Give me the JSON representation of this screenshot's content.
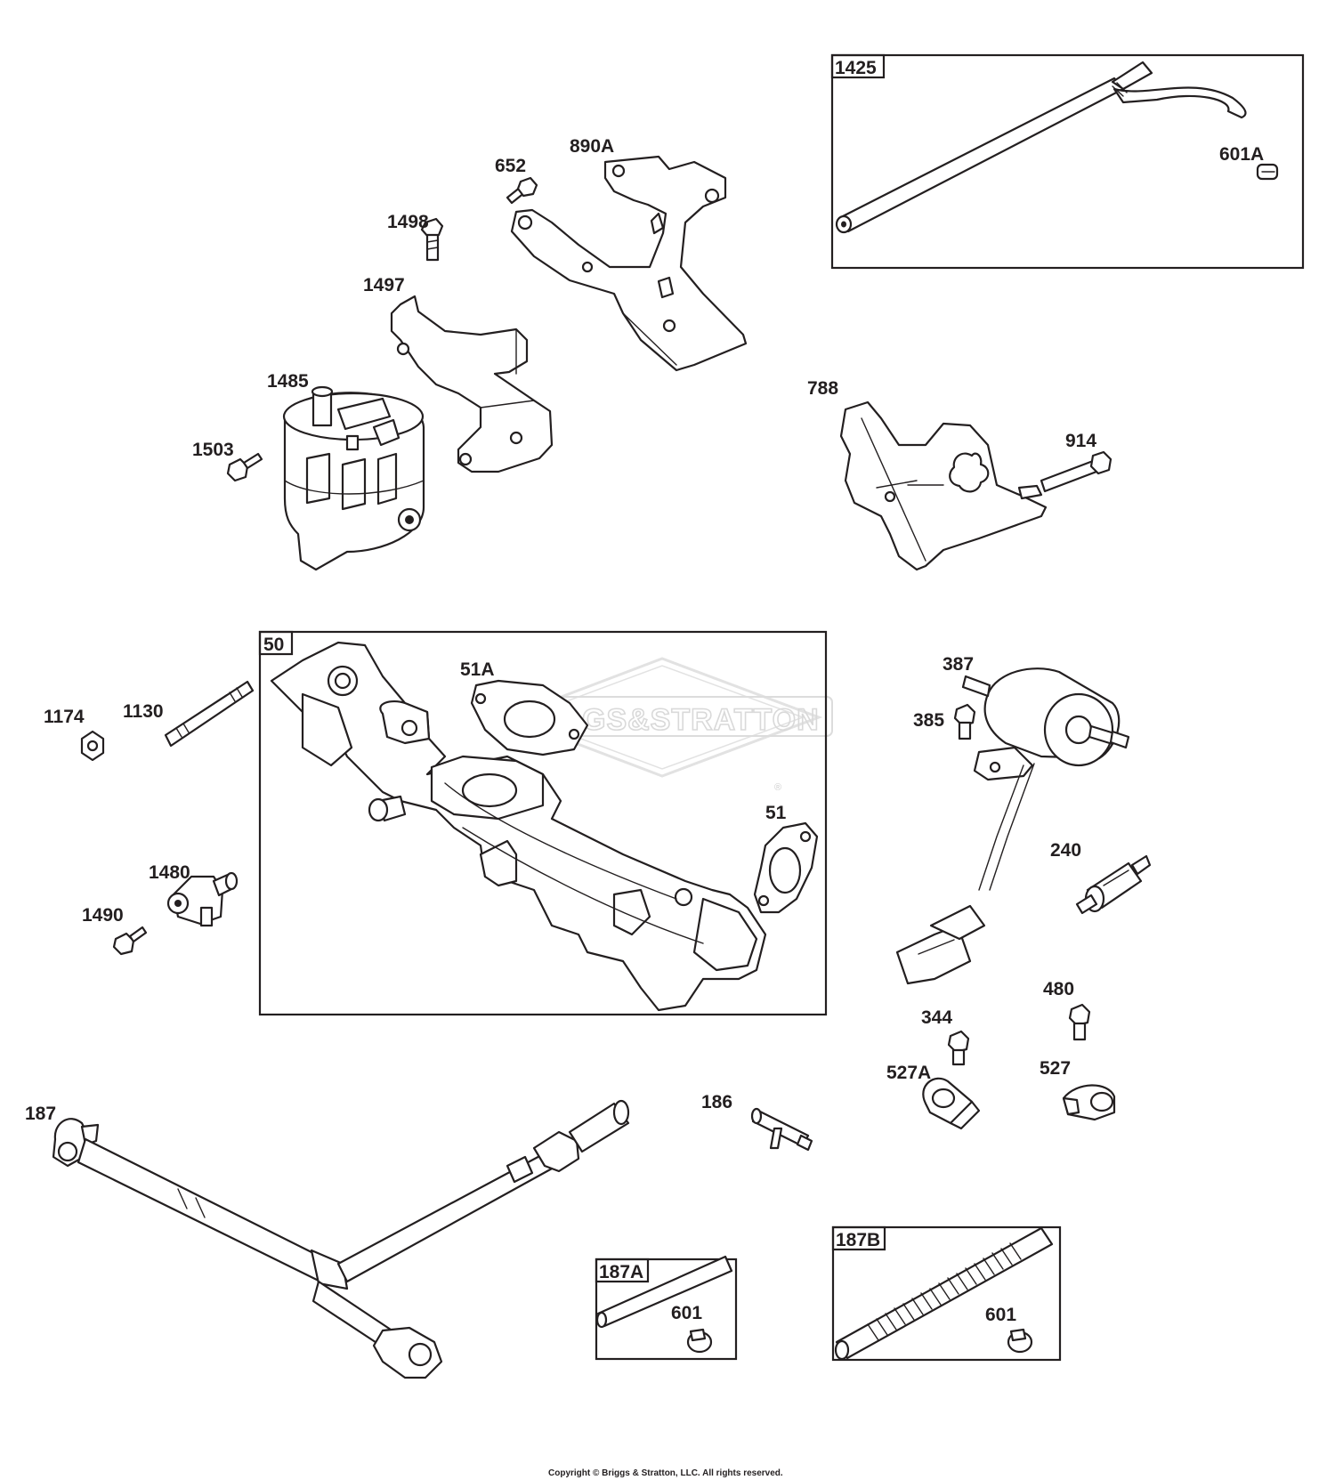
{
  "watermark": {
    "text": "BRIGGS&STRATTON",
    "mark": "®",
    "logo": "diamond-logo-watermark"
  },
  "footer": {
    "copyright": "Copyright © Briggs & Stratton, LLC. All rights reserved."
  },
  "groups": {
    "g1425": {
      "label": "1425",
      "parts": [
        "601A"
      ]
    },
    "g50": {
      "label": "50",
      "parts": [
        "51A",
        "51"
      ]
    },
    "g187A": {
      "label": "187A",
      "parts": [
        "601"
      ]
    },
    "g187B": {
      "label": "187B",
      "parts": [
        "601"
      ]
    }
  },
  "callouts": {
    "c652": "652",
    "c890A": "890A",
    "c1498": "1498",
    "c1497": "1497",
    "c1485": "1485",
    "c1503": "1503",
    "c788": "788",
    "c914": "914",
    "c1425": "1425",
    "c601A": "601A",
    "c50": "50",
    "c51A": "51A",
    "c51": "51",
    "c1130": "1130",
    "c1174": "1174",
    "c1480": "1480",
    "c1490": "1490",
    "c387": "387",
    "c385": "385",
    "c240": "240",
    "c480": "480",
    "c344": "344",
    "c527A": "527A",
    "c527": "527",
    "c186": "186",
    "c187": "187",
    "c187A": "187A",
    "c601_a": "601",
    "c187B": "187B",
    "c601_b": "601"
  }
}
